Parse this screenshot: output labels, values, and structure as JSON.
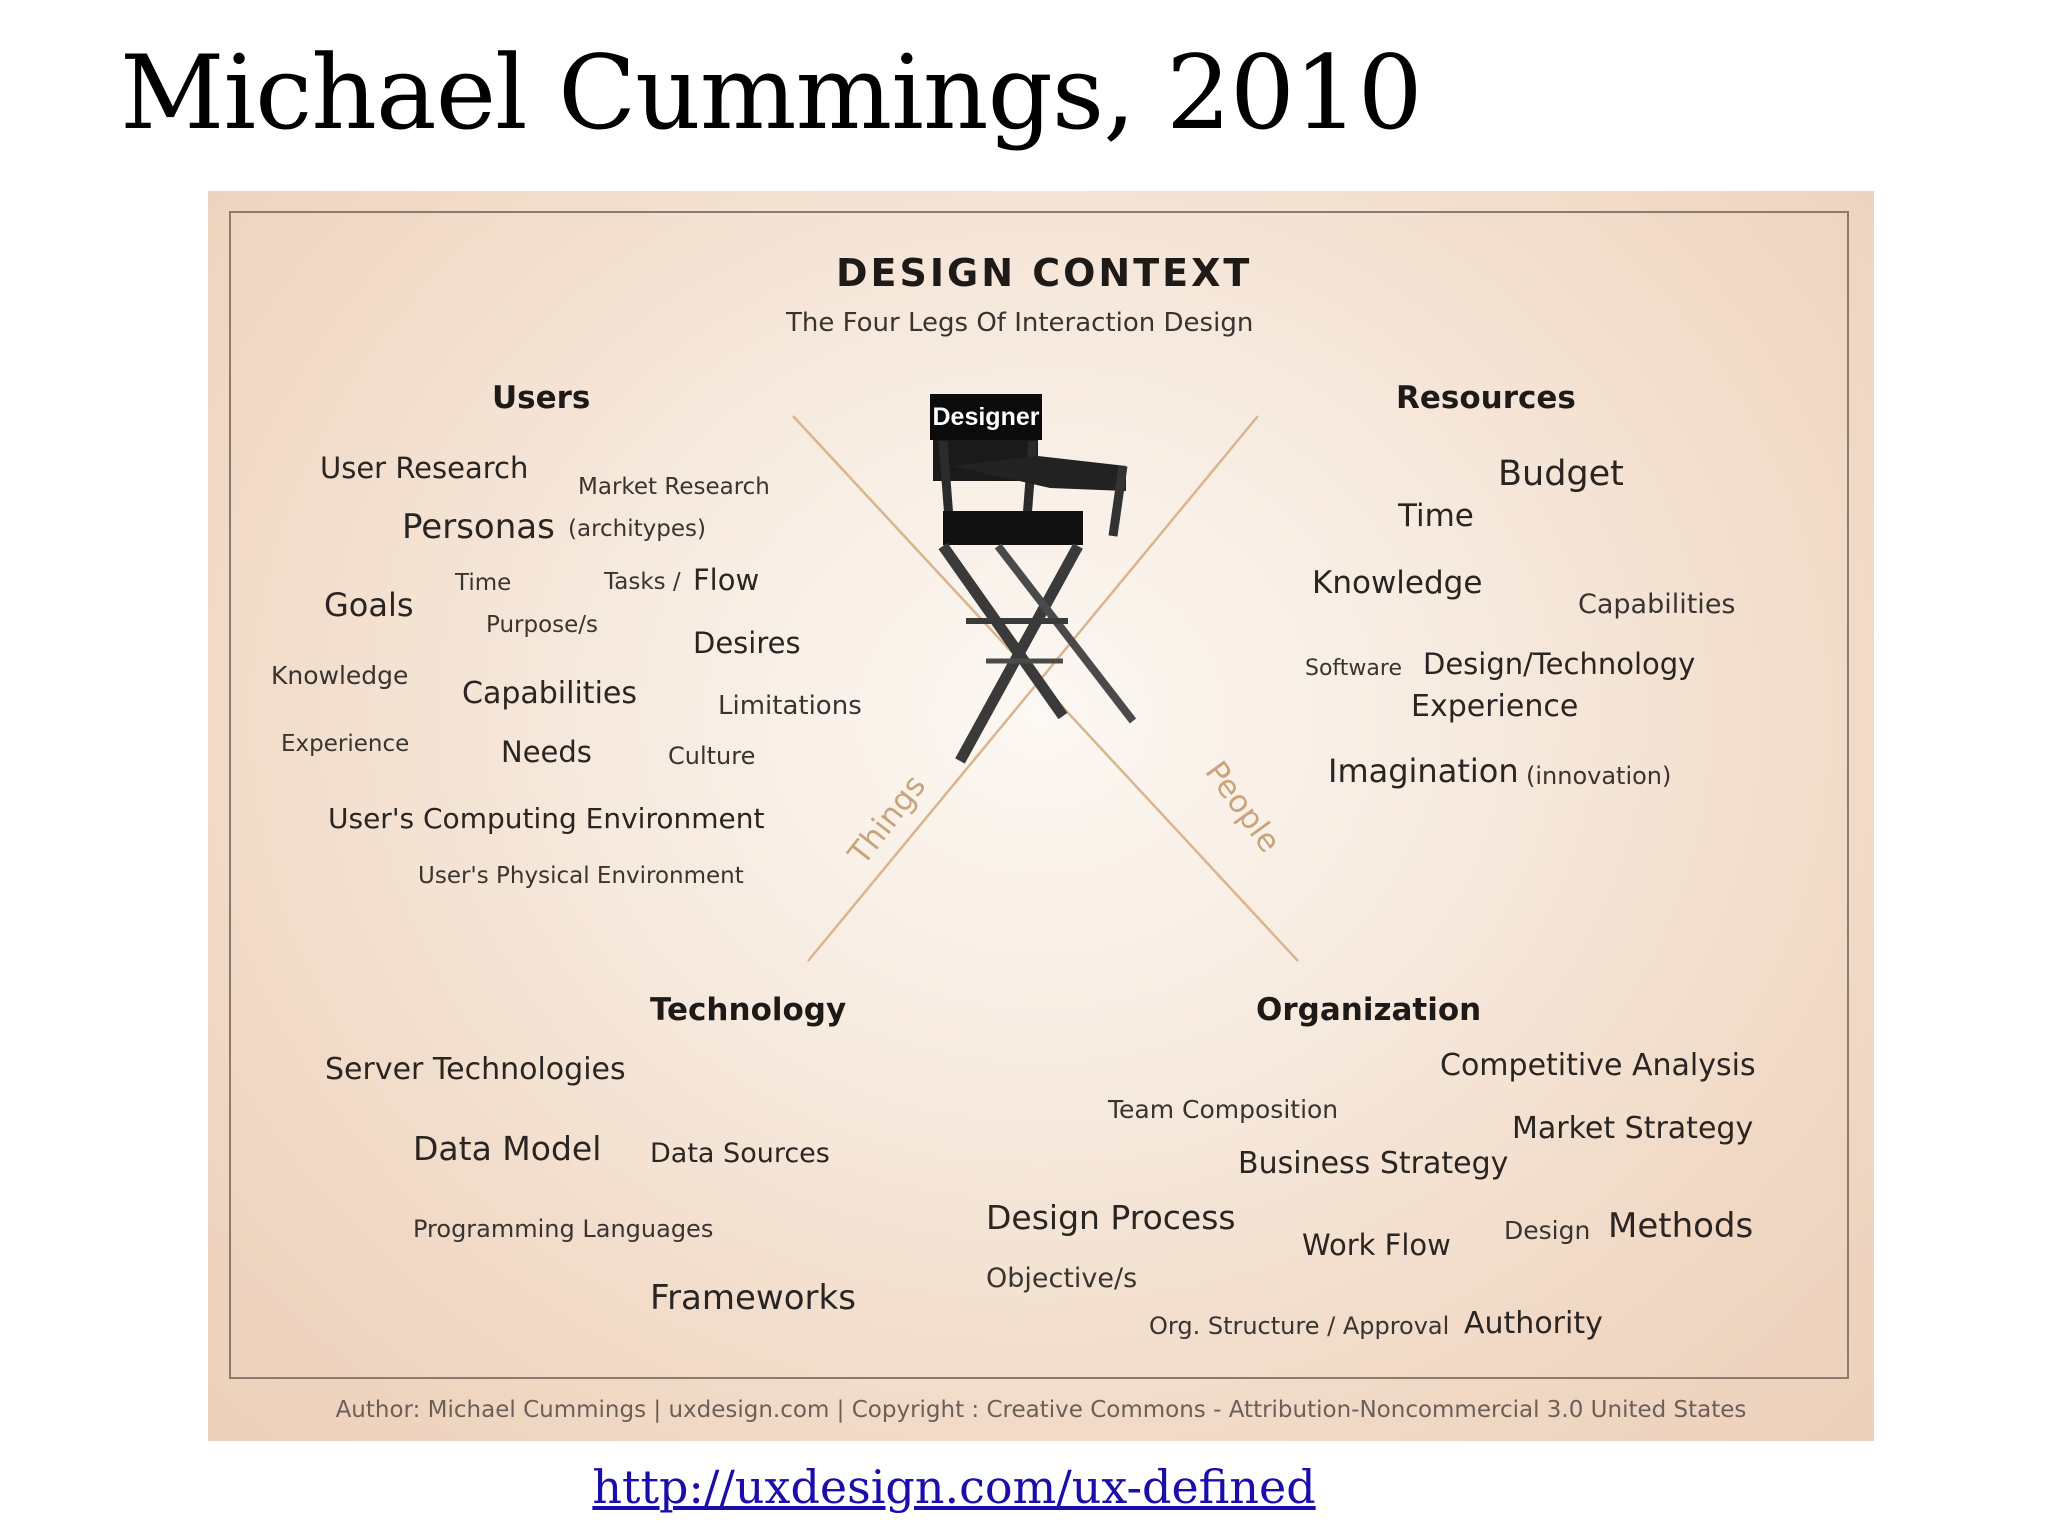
{
  "slide": {
    "title": "Michael Cummings, 2010",
    "link": "http://uxdesign.com/ux-defined"
  },
  "diagram": {
    "title": "DESIGN CONTEXT",
    "subtitle": "The Four Legs Of Interaction Design",
    "chair_label": "Designer",
    "axis_things": "Things",
    "axis_people": "People",
    "users": {
      "heading": "Users",
      "user_research": "User Research",
      "market_research": "Market Research",
      "personas": "Personas",
      "architypes": "(architypes)",
      "goals": "Goals",
      "time": "Time",
      "tasks": "Tasks /",
      "flow": "Flow",
      "purpose": "Purpose/s",
      "desires": "Desires",
      "knowledge": "Knowledge",
      "capabilities": "Capabilities",
      "limitations": "Limitations",
      "experience": "Experience",
      "needs": "Needs",
      "culture": "Culture",
      "computing_env": "User's Computing Environment",
      "physical_env": "User's Physical Environment"
    },
    "resources": {
      "heading": "Resources",
      "budget": "Budget",
      "time": "Time",
      "knowledge": "Knowledge",
      "capabilities": "Capabilities",
      "software": "Software",
      "design_technology": "Design/Technology",
      "experience": "Experience",
      "imagination": "Imagination",
      "innovation": "(innovation)"
    },
    "technology": {
      "heading": "Technology",
      "server": "Server Technologies",
      "data_model": "Data Model",
      "data_sources": "Data Sources",
      "programming": "Programming Languages",
      "frameworks": "Frameworks"
    },
    "organization": {
      "heading": "Organization",
      "competitive": "Competitive Analysis",
      "team": "Team Composition",
      "market_strategy": "Market Strategy",
      "business_strategy": "Business Strategy",
      "design_process": "Design Process",
      "work_flow": "Work Flow",
      "design_word": "Design",
      "methods": "Methods",
      "objectives": "Objective/s",
      "org_structure": "Org. Structure / Approval",
      "authority": "Authority"
    },
    "footer": "Author: Michael Cummings | uxdesign.com | Copyright : Creative Commons - Attribution-Noncommercial 3.0 United States"
  }
}
